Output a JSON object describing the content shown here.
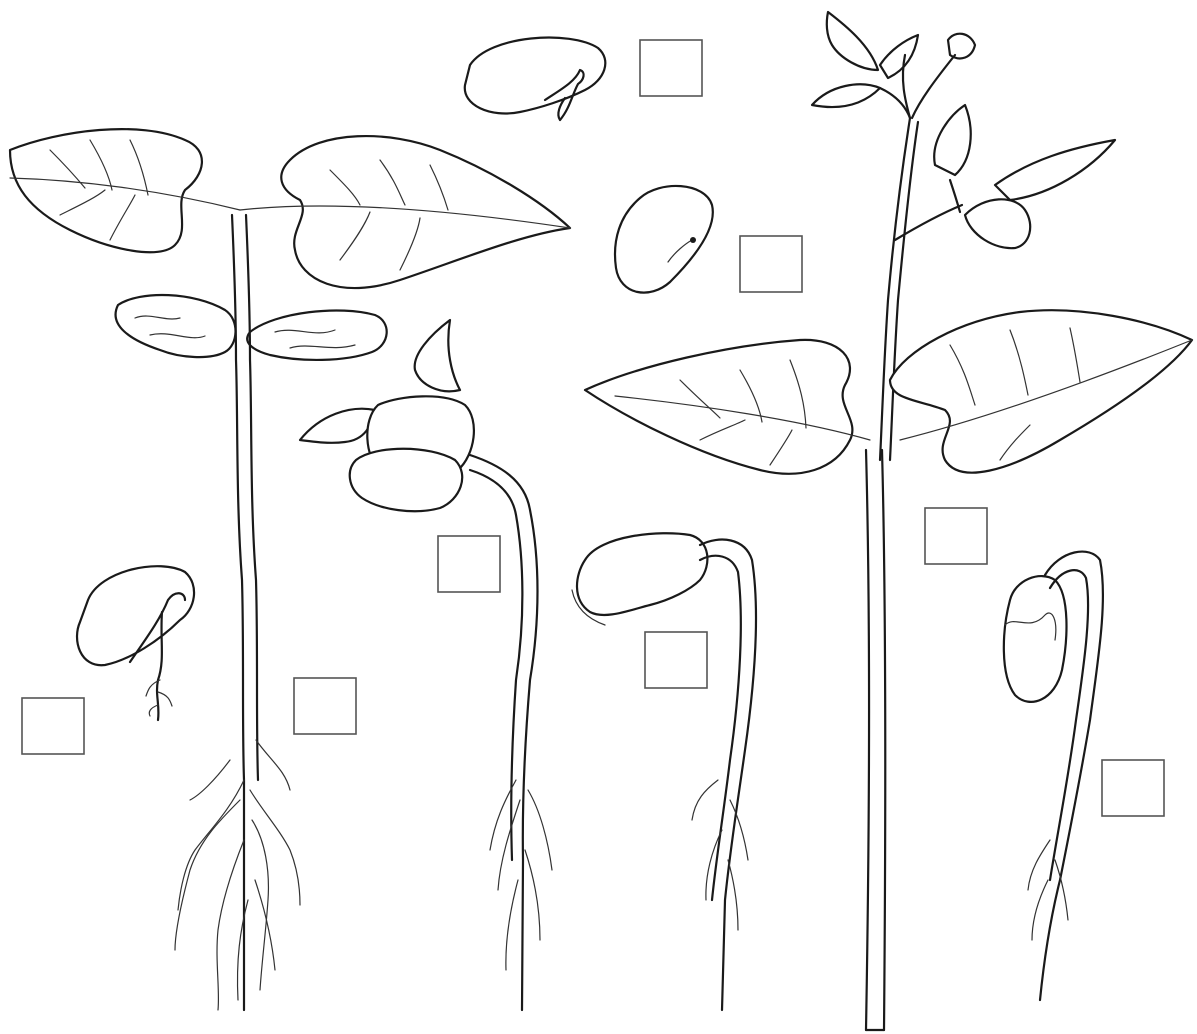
{
  "diagram": {
    "subject": "bean-seed-germination-stages",
    "stages": [
      {
        "id": "seed"
      },
      {
        "id": "seed-with-radicle"
      },
      {
        "id": "seed-with-root"
      },
      {
        "id": "hooked-seedling"
      },
      {
        "id": "seedling-arched"
      },
      {
        "id": "seedling-cotyledons"
      },
      {
        "id": "young-plant"
      },
      {
        "id": "mature-plant"
      },
      {
        "id": "plant-with-cotyledons"
      }
    ],
    "answer_boxes": [
      {
        "id": "box-1",
        "value": ""
      },
      {
        "id": "box-2",
        "value": ""
      },
      {
        "id": "box-3",
        "value": ""
      },
      {
        "id": "box-4",
        "value": ""
      },
      {
        "id": "box-5",
        "value": ""
      },
      {
        "id": "box-6",
        "value": ""
      },
      {
        "id": "box-7",
        "value": ""
      },
      {
        "id": "box-8",
        "value": ""
      },
      {
        "id": "box-9",
        "value": ""
      }
    ]
  }
}
